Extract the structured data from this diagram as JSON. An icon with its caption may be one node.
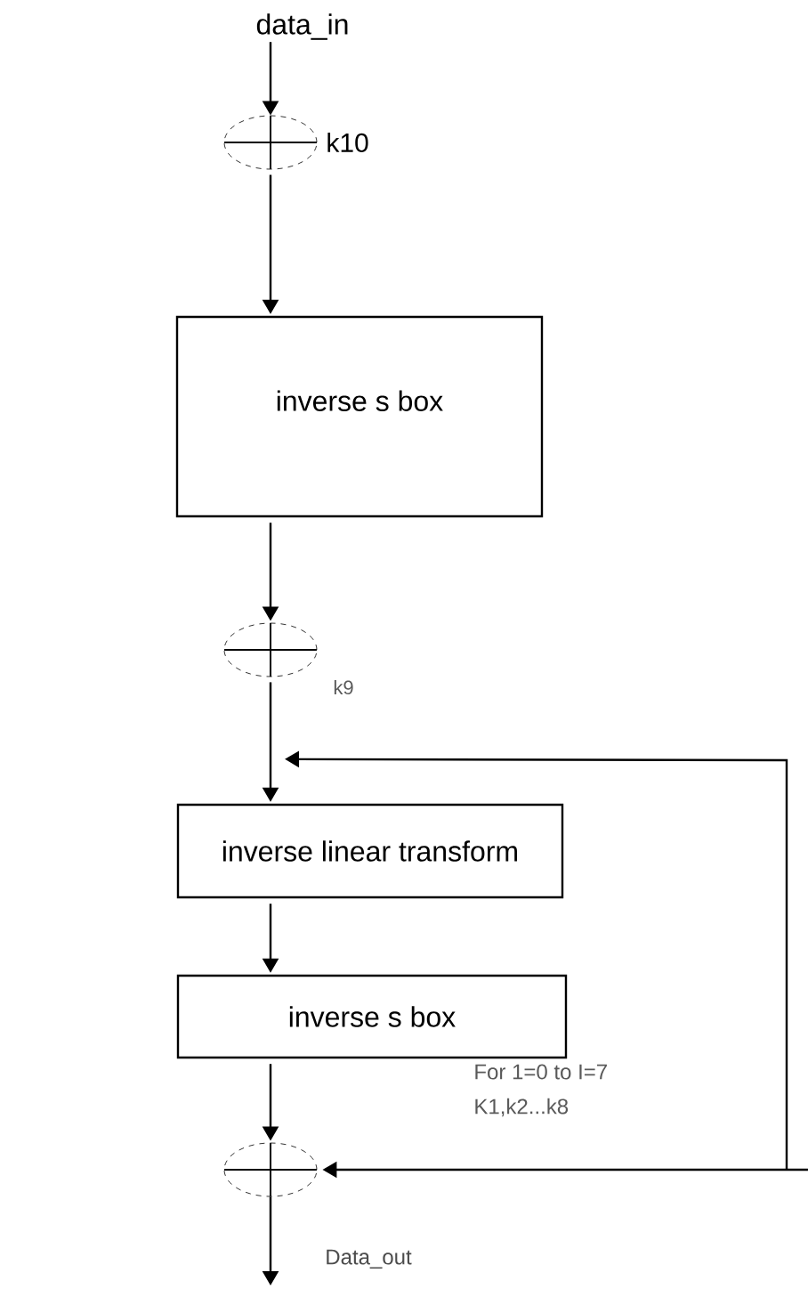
{
  "diagram": {
    "nodes": [
      {
        "text": [
          "data_in"
        ]
      },
      {
        "text": [],
        "shape": "circle",
        "beside": [
          "k10"
        ]
      },
      {
        "text": [
          "inverse s box"
        ]
      },
      {
        "text": [],
        "shape": "circle",
        "beside": [
          "k9"
        ]
      },
      {
        "text": [
          "inverse linear transform"
        ]
      },
      {
        "text": [
          "inverse s box"
        ]
      },
      {
        "text": [],
        "shape": "circle"
      }
    ],
    "edges": [
      {
        "from": 0,
        "to": 1,
        "arrow": "to"
      },
      {
        "from": 1,
        "to": 2,
        "arrow": "to"
      },
      {
        "from": 2,
        "to": 3,
        "arrow": "to"
      },
      {
        "from": 3,
        "to": 4,
        "arrow": "to"
      },
      {
        "from": 4,
        "to": 5,
        "arrow": "to"
      },
      {
        "from": 5,
        "to": 6,
        "arrow": "to"
      },
      {
        "from": 6,
        "to": null,
        "arrow": "to",
        "label": "Data_out"
      },
      {
        "from": null,
        "to": 6,
        "arrow": "to"
      },
      {
        "from": null,
        "to": 4,
        "arrow": "to"
      }
    ],
    "labels": [
      "For 1=0 to I=7",
      "K1,k2...k8"
    ]
  }
}
